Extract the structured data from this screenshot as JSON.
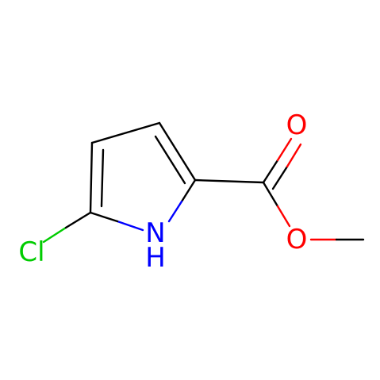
{
  "molecule": {
    "atoms": {
      "cl": "Cl",
      "nh_n": "N",
      "nh_h": "H",
      "carbonyl_o": "O",
      "ester_o": "O"
    },
    "colors": {
      "bond": "#000000",
      "chlorine": "#00cc00",
      "nitrogen": "#0000ff",
      "oxygen": "#ff0000"
    }
  }
}
